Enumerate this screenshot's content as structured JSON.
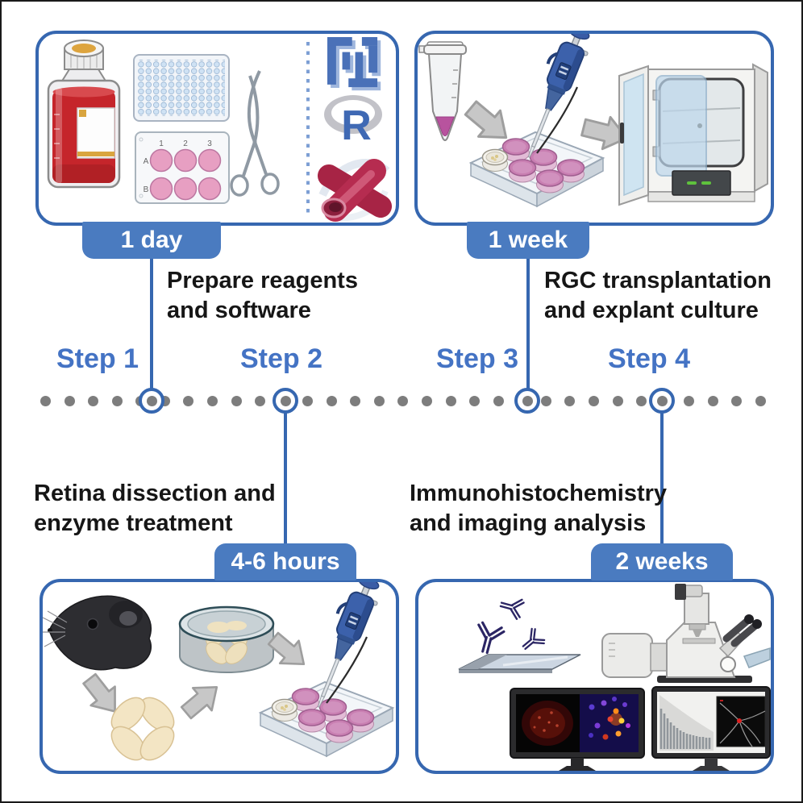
{
  "figure": {
    "type": "protocol-timeline-overview",
    "accent_blue": "#3667b0",
    "badge_blue": "#4a7bc0",
    "step_label_blue": "#4473c4",
    "dot_gray": "#7d7d7d",
    "background": "#ffffff"
  },
  "timeline": {
    "dot_count": 31,
    "steps": [
      {
        "label": "Step 1",
        "duration": "1 day",
        "desc_line1": "Prepare reagents",
        "desc_line2": "and software",
        "badge_side": "above-timeline"
      },
      {
        "label": "Step 2",
        "duration": "4-6 hours",
        "desc_line1": "Retina dissection and",
        "desc_line2": "enzyme treatment",
        "badge_side": "below-timeline"
      },
      {
        "label": "Step 3",
        "duration": "1 week",
        "desc_line1": "RGC transplantation",
        "desc_line2": "and explant culture",
        "badge_side": "above-timeline"
      },
      {
        "label": "Step 4",
        "duration": "2 weeks",
        "desc_line1": "Immunohistochemistry",
        "desc_line2": "and imaging analysis",
        "badge_side": "below-timeline"
      }
    ]
  },
  "panels": {
    "step1": {
      "name": "prepare-reagents-and-software",
      "icons": [
        "media-bottle",
        "96-well-plate",
        "6-well-plate",
        "curved-scissors",
        "dotted-divider",
        "imagej-fiji-logo",
        "r-logo",
        "vessel-cross-3d"
      ]
    },
    "step2": {
      "name": "retina-dissection-and-enzyme-treatment",
      "icons": [
        "mouse-head",
        "gray-arrow",
        "retina-flatmount",
        "dissection-dish",
        "gray-arrow",
        "pipette",
        "6-well-culture-plate"
      ]
    },
    "step3": {
      "name": "rgc-transplantation-and-explant-culture",
      "icons": [
        "microcentrifuge-tube",
        "gray-arrow",
        "pipette",
        "6-well-culture-plate",
        "gray-arrow",
        "incubator"
      ]
    },
    "step4": {
      "name": "immunohistochemistry-and-imaging-analysis",
      "icons": [
        "antibody",
        "antibody",
        "antibody",
        "microscope-slide",
        "confocal-microscope",
        "fluorescence-monitor",
        "analysis-monitor"
      ]
    }
  },
  "six_well_plate": {
    "column_labels": [
      "1",
      "2",
      "3"
    ],
    "row_labels": [
      "A",
      "B"
    ]
  },
  "software_logos": {
    "r_letter": "R"
  }
}
